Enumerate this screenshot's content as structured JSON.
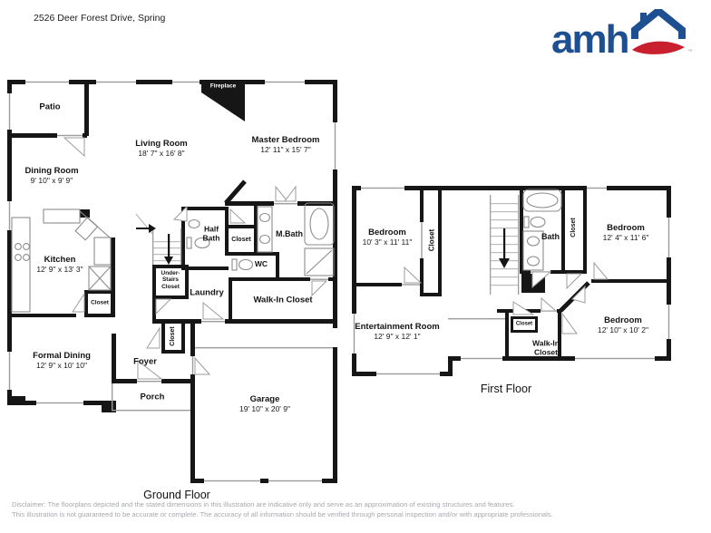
{
  "header": {
    "address": "2526 Deer Forest Drive, Spring",
    "logo_text": "amh",
    "logo_tm": "™"
  },
  "colors": {
    "brand_blue": "#1d4f91",
    "brand_red": "#c8202f",
    "wall": "#161616",
    "thin_line": "#9c9c9c",
    "disclaimer_text": "#a7a9ae"
  },
  "ground": {
    "title": "Ground Floor",
    "rooms": {
      "patio": {
        "label": "Patio"
      },
      "dining": {
        "label": "Dining Room",
        "dims": "9' 10\" x 9' 9\""
      },
      "living": {
        "label": "Living Room",
        "dims": "18' 7\" x 16' 8\""
      },
      "fireplace": {
        "label": "Fireplace"
      },
      "master": {
        "label": "Master Bedroom",
        "dims": "12' 11\" x 15' 7\""
      },
      "kitchen": {
        "label": "Kitchen",
        "dims": "12' 9\" x 13' 3\""
      },
      "half_bath": {
        "label": "Half Bath"
      },
      "hall_closet": {
        "label": "Closet"
      },
      "m_bath": {
        "label": "M.Bath"
      },
      "wc": {
        "label": "WC"
      },
      "laundry": {
        "label": "Laundry"
      },
      "walk_in_closet": {
        "label": "Walk-In Closet"
      },
      "under_stairs_closet": {
        "label": "Under- Stairs Closet"
      },
      "kitchen_closet": {
        "label": "Closet"
      },
      "foyer_closet": {
        "label": "Closet"
      },
      "formal_dining": {
        "label": "Formal Dining",
        "dims": "12' 9\" x 10' 10\""
      },
      "foyer": {
        "label": "Foyer"
      },
      "porch": {
        "label": "Porch"
      },
      "garage": {
        "label": "Garage",
        "dims": "19' 10\" x 20' 9\""
      }
    }
  },
  "first": {
    "title": "First Floor",
    "rooms": {
      "bedroom_left": {
        "label": "Bedroom",
        "dims": "10' 3\" x 11' 11\""
      },
      "closet_left": {
        "label": "Closet"
      },
      "bath": {
        "label": "Bath"
      },
      "closet_right": {
        "label": "Closet"
      },
      "bedroom_top_right": {
        "label": "Bedroom",
        "dims": "12' 4\" x 11' 6\""
      },
      "entertainment": {
        "label": "Entertainment Room",
        "dims": "12' 9\" x 12' 1\""
      },
      "small_closet": {
        "label": "Closet"
      },
      "walk_in_closet": {
        "label": "Walk-In Closet"
      },
      "bedroom_bottom_right": {
        "label": "Bedroom",
        "dims": "12' 10\" x 10' 2\""
      }
    }
  },
  "footer": {
    "disclaimer_line1": "Disclaimer: The floorplans depicted and the stated dimensions in this illustration are indicative only and serve as an approximation of existing structures and features.",
    "disclaimer_line2": "This illustration is not guaranteed to be accurate or complete. The accuracy of all information should be verified through personal inspection and/or with appropriate professionals."
  }
}
